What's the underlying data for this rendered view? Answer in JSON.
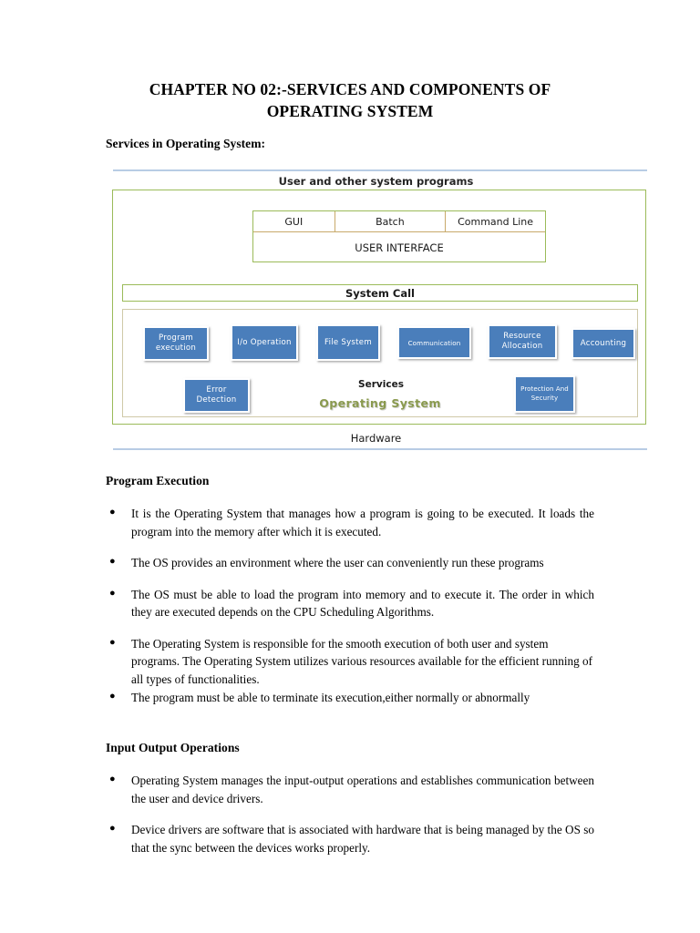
{
  "document": {
    "title_line1": "CHAPTER NO 02:-SERVICES AND COMPONENTS OF",
    "title_line2": "OPERATING SYSTEM",
    "sections": {
      "services_heading": "Services in Operating System:",
      "program_execution_heading": "Program Execution",
      "input_output_heading": "Input Output Operations"
    }
  },
  "diagram": {
    "top_label": "User and other system programs",
    "bottom_label": "Hardware",
    "os_label": "Operating System",
    "system_call_label": "System Call",
    "services_label": "Services",
    "user_interface": {
      "columns": [
        "GUI",
        "Batch",
        "Command Line"
      ],
      "label": "USER INTERFACE"
    },
    "service_boxes_row1": [
      "Program execution",
      "I/o Operation",
      "File System",
      "Communication",
      "Resource Allocation",
      "Accounting"
    ],
    "service_boxes_row2": [
      "Error Detection",
      "Protection And Security"
    ],
    "colors": {
      "frame_green": "#9bbb59",
      "box_blue": "#4a7ebb",
      "rule_blue": "#b8cce4",
      "inner_tan": "#c8a96a",
      "os_text_olive": "#8a9a4e"
    }
  },
  "program_execution_bullets": [
    "It is the Operating System that manages how a program is going to be executed. It loads the program into the memory after which it is executed.",
    "The OS provides an environment where the user can conveniently run these programs",
    "The OS must be able to load the program into memory and to execute it. The order in which they are executed depends on the CPU Scheduling Algorithms.",
    "The Operating System is responsible for the smooth execution of both user and system programs. The Operating System utilizes various resources available for the efficient running of all types of functionalities.",
    "The program must be able to terminate its execution,either normally or abnormally"
  ],
  "input_output_bullets": [
    "Operating System manages the input-output operations and establishes communication between the user and device drivers.",
    "Device drivers are software that is associated with hardware that is being managed by the OS so that the sync between the devices works properly."
  ]
}
